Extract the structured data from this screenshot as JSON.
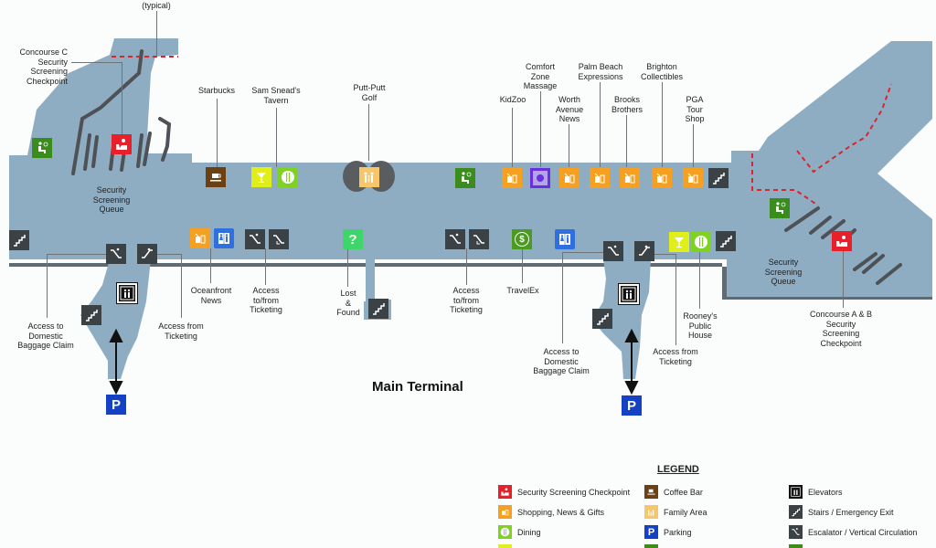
{
  "map": {
    "title": "Main Terminal",
    "top_partial_label": "(typical)",
    "colors": {
      "floor": "#8fadc2",
      "floor_edge": "#5f6a72",
      "queue_rails": "#4e5155",
      "security_path": "#d7262e",
      "security": "#e8202a",
      "shopping": "#f6a021",
      "dining": "#7ed321",
      "bar": "#e0ef1a",
      "coffee": "#6b4012",
      "family": "#f7c56a",
      "parking": "#1541c4",
      "restroom": "#2f6fe0",
      "wait_area": "#3a8c1c",
      "info": "#3ed66a",
      "currency": "#4c9a22",
      "massage": "#6b2fe0",
      "dark_icon": "#3b4246"
    },
    "labels": {
      "concourse_c": "Concourse C\nSecurity\nScreening\nCheckpoint",
      "queue_left": "Security\nScreening\nQueue",
      "queue_right": "Security\nScreening\nQueue",
      "starbucks": "Starbucks",
      "sam_sneads": "Sam Snead's\nTavern",
      "putt_putt": "Putt-Putt\nGolf",
      "kidzoo": "KidZoo",
      "comfort_zone": "Comfort\nZone\nMassage",
      "worth_avenue": "Worth\nAvenue\nNews",
      "palm_beach": "Palm Beach\nExpressions",
      "brooks": "Brooks\nBrothers",
      "brighton": "Brighton\nCollectibles",
      "pga": "PGA\nTour\nShop",
      "baggage_left": "Access to\nDomestic\nBaggage Claim",
      "ticketing_left": "Access from\nTicketing",
      "oceanfront": "Oceanfront\nNews",
      "tofrom_ticketing_1": "Access\nto/from\nTicketing",
      "lost_found": "Lost\n&\nFound",
      "tofrom_ticketing_2": "Access\nto/from\nTicketing",
      "travelex": "TravelEx",
      "baggage_right": "Access to\nDomestic\nBaggage Claim",
      "ticketing_right": "Access from\nTicketing",
      "rooneys": "Rooney's\nPublic\nHouse",
      "concourse_ab": "Concourse A & B\nSecurity\nScreening\nCheckpoint"
    },
    "icon_glyphs": {
      "parking": "P",
      "info": "?",
      "currency": "$"
    }
  },
  "legend": {
    "title": "LEGEND",
    "items": [
      {
        "icon": "security-checkpoint-icon",
        "label": "Security Screening Checkpoint"
      },
      {
        "icon": "shopping-icon",
        "label": "Shopping, News & Gifts"
      },
      {
        "icon": "dining-icon",
        "label": "Dining"
      },
      {
        "icon": "coffee-icon",
        "label": "Coffee Bar"
      },
      {
        "icon": "family-icon",
        "label": "Family Area"
      },
      {
        "icon": "parking-icon",
        "label": "Parking"
      },
      {
        "icon": "elevator-icon",
        "label": "Elevators"
      },
      {
        "icon": "stairs-icon",
        "label": "Stairs / Emergency Exit"
      },
      {
        "icon": "escalator-icon",
        "label": "Escalator / Vertical Circulation"
      }
    ]
  }
}
